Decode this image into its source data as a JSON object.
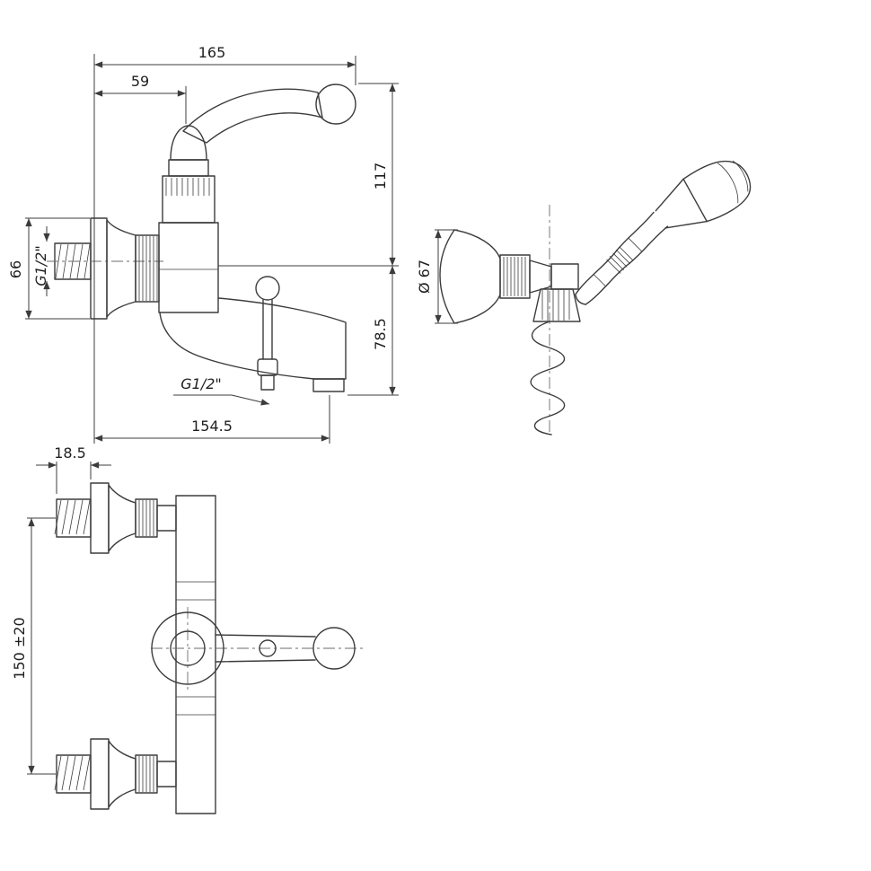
{
  "drawing": {
    "type": "technical-dimension-drawing",
    "subject": "wall-mounted bath/shower mixer with hand shower set",
    "line_color": "#3c3c3c",
    "text_color": "#1f1f1f",
    "background": "#ffffff",
    "dimensions": {
      "side": {
        "overall_width": "165",
        "handle_offset": "59",
        "upper_height": "117",
        "lower_height": "78.5",
        "flange_height": "66",
        "inlet_thread": "G1/2\"",
        "outlet_thread": "G1/2\"",
        "spout_reach": "154.5"
      },
      "hand_shower": {
        "flange_diameter": "Ø 67"
      },
      "front": {
        "plate_depth": "18.5",
        "inlet_spacing": "150 ±20"
      }
    }
  }
}
